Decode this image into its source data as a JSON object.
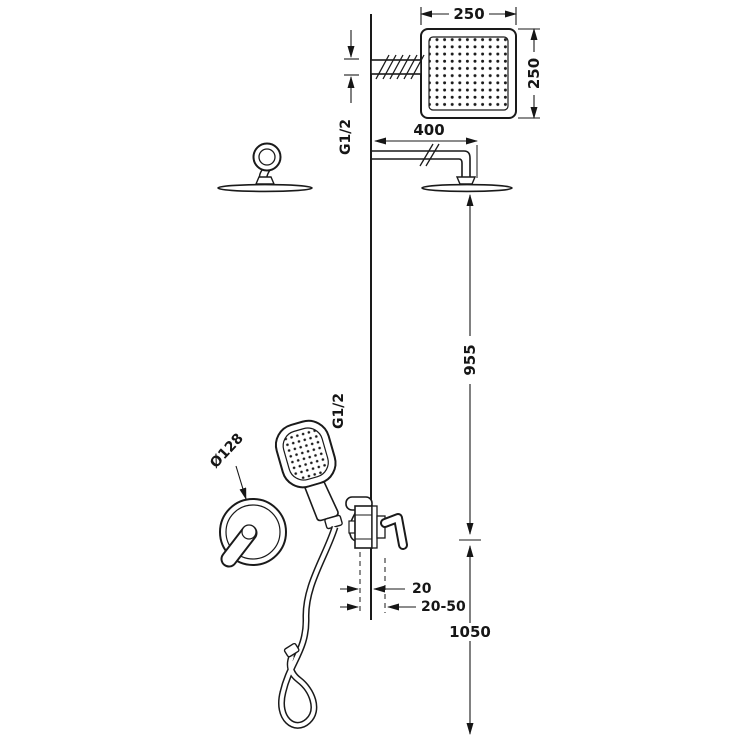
{
  "page": {
    "background": "#ffffff",
    "line_color": "#1a1a1a"
  },
  "diagram": {
    "name": "shower-system-installation-dimensions",
    "labels": {
      "head_width": "250",
      "head_height": "250",
      "top_thread": "G1/2",
      "arm_length": "400",
      "drop_height": "955",
      "plate_diameter": "Ø128",
      "valve_thread": "G1/2",
      "depth_min": "20",
      "depth_range": "20-50",
      "mount_height": "1050"
    }
  }
}
